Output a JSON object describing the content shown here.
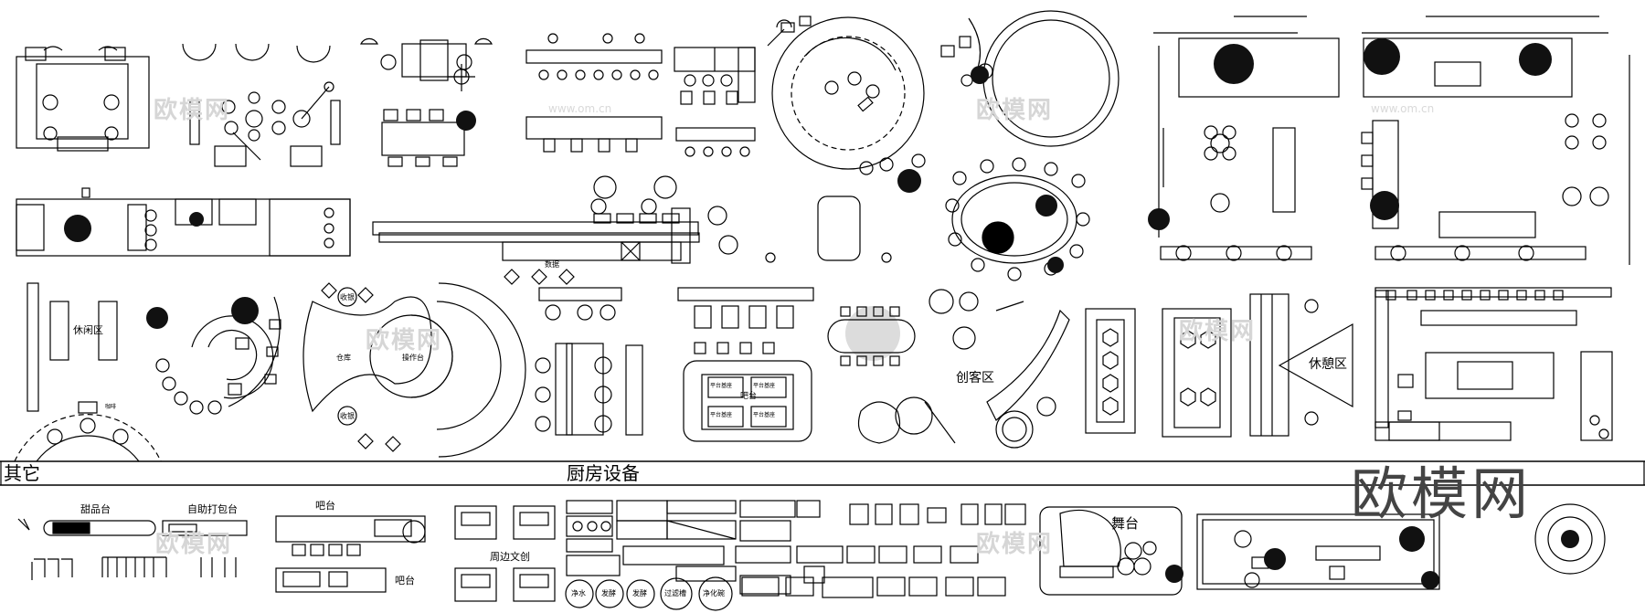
{
  "sections": {
    "other": "其它",
    "kitchen": "厨房设备"
  },
  "labels": {
    "lounge_left": "休闲区",
    "lounge_right": "休憩区",
    "maker": "创客区",
    "dessert": "甜品台",
    "selfpack": "自助打包台",
    "bar_top": "吧台",
    "bar_bottom": "吧台",
    "bar_center": "吧台",
    "culture": "周边文创",
    "stage": "舞台",
    "warehouse": "仓库",
    "operation": "操作台",
    "cashier_top": "收银",
    "cashier_bottom": "收银",
    "counter": "数据",
    "workbench_a": "平台基座",
    "workbench_b": "平台基座",
    "workbench_c": "平台基座",
    "workbench_d": "平台基座",
    "coffee_mini": "咖啡",
    "brand": "欧模网"
  },
  "watermarks": {
    "cn": "欧模网",
    "url": "www.om.cn"
  },
  "kitchen_circles": [
    "净水",
    "发酵",
    "发酵",
    "过滤槽",
    "净化碗"
  ],
  "colors": {
    "line": "#000000",
    "watermark": "#d6d6d6",
    "brand": "#444444"
  }
}
